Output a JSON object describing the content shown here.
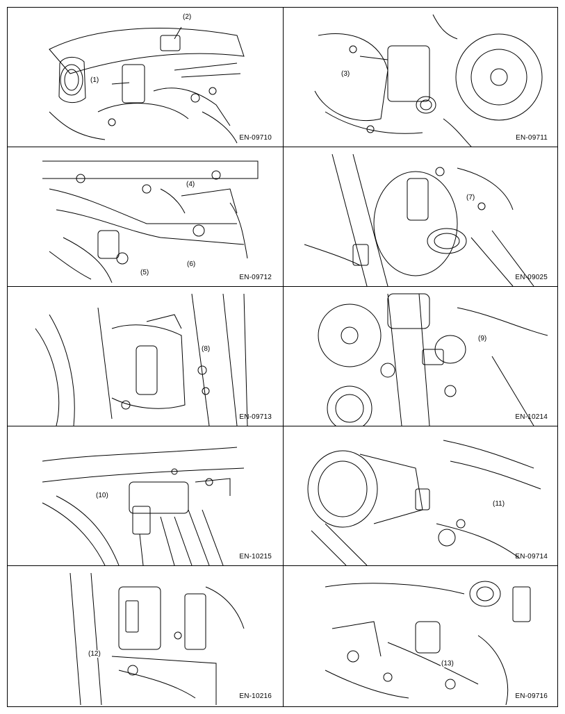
{
  "panels": [
    {
      "id": "EN-09710",
      "callouts": [
        "(1)",
        "(2)"
      ]
    },
    {
      "id": "EN-09711",
      "callouts": [
        "(3)"
      ]
    },
    {
      "id": "EN-09712",
      "callouts": [
        "(4)",
        "(5)",
        "(6)"
      ]
    },
    {
      "id": "EN-09025",
      "callouts": [
        "(7)"
      ]
    },
    {
      "id": "EN-09713",
      "callouts": [
        "(8)"
      ]
    },
    {
      "id": "EN-10214",
      "callouts": [
        "(9)"
      ]
    },
    {
      "id": "EN-10215",
      "callouts": [
        "(10)"
      ]
    },
    {
      "id": "EN-09714",
      "callouts": [
        "(11)"
      ]
    },
    {
      "id": "EN-10216",
      "callouts": [
        "(12)"
      ]
    },
    {
      "id": "EN-09716",
      "callouts": [
        "(13)"
      ]
    }
  ]
}
